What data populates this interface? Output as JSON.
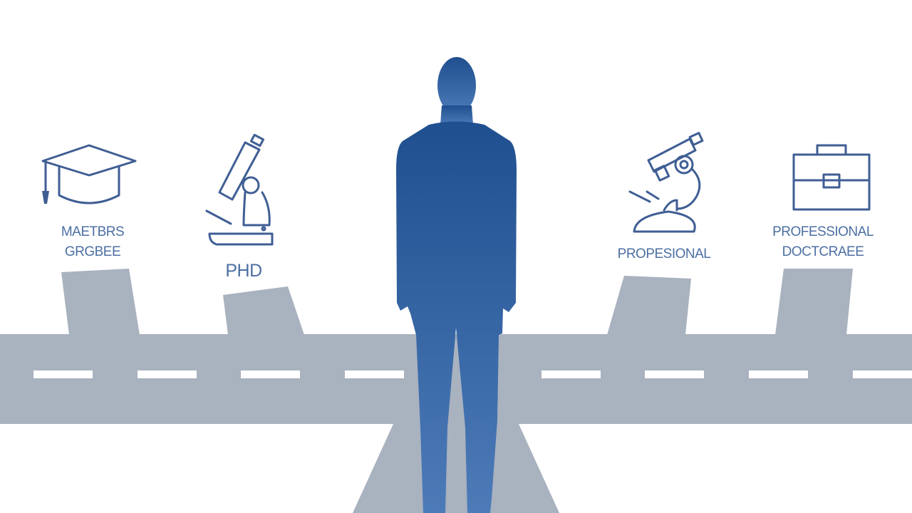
{
  "paths": [
    {
      "id": "masters",
      "label_lines": [
        "MAETBRS",
        "GRGBEE"
      ],
      "icon": "graduation-cap-icon"
    },
    {
      "id": "phd",
      "label_lines": [
        "PHD"
      ],
      "icon": "microscope-icon"
    },
    {
      "id": "professional",
      "label_lines": [
        "PROPESIONAL"
      ],
      "icon": "microscope-icon"
    },
    {
      "id": "professional-doctorate",
      "label_lines": [
        "PROFESSIONAL",
        "DOCTCRAEE"
      ],
      "icon": "briefcase-icon"
    }
  ],
  "colors": {
    "road": "#a9b2bf",
    "road_dash": "#ffffff",
    "icon_stroke": "#3f5e94",
    "label_text": "#4c6fa2",
    "figure_top": "#1f4f8f",
    "figure_bottom": "#4d7bb8"
  }
}
